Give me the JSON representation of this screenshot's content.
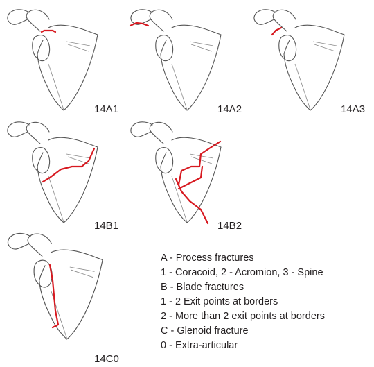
{
  "panels": [
    {
      "code": "14A1"
    },
    {
      "code": "14A2"
    },
    {
      "code": "14A3"
    },
    {
      "code": "14B1"
    },
    {
      "code": "14B2"
    },
    {
      "code": "14C0"
    }
  ],
  "legend": [
    "A - Process fractures",
    "1 - Coracoid, 2 - Acromion, 3 - Spine",
    "B - Blade fractures",
    "1 - 2 Exit points at borders",
    "2 - More than 2 exit points at borders",
    "C - Glenoid fracture",
    "0 - Extra-articular"
  ],
  "colors": {
    "outline": "#555555",
    "fracture": "#d71920",
    "text": "#231f20"
  }
}
